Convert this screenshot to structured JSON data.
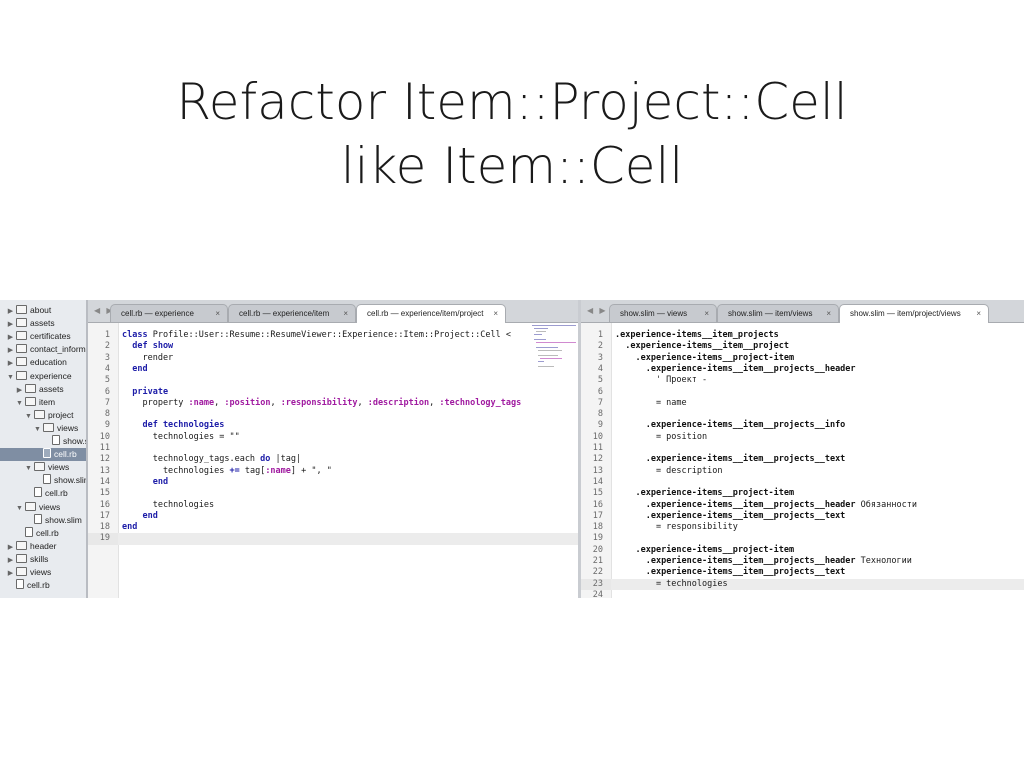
{
  "slide": {
    "title_line1": "Refactor Item::Project::Cell",
    "title_line2": "like Item::Cell"
  },
  "sidebar": {
    "items": [
      {
        "label": "about",
        "arrow": "▶",
        "icon": "folder",
        "level": 0
      },
      {
        "label": "assets",
        "arrow": "▶",
        "icon": "folder",
        "level": 0
      },
      {
        "label": "certificates",
        "arrow": "▶",
        "icon": "folder",
        "level": 0
      },
      {
        "label": "contact_informa",
        "arrow": "▶",
        "icon": "folder",
        "level": 0
      },
      {
        "label": "education",
        "arrow": "▶",
        "icon": "folder",
        "level": 0
      },
      {
        "label": "experience",
        "arrow": "▼",
        "icon": "folder",
        "level": 0
      },
      {
        "label": "assets",
        "arrow": "▶",
        "icon": "folder",
        "level": 1
      },
      {
        "label": "item",
        "arrow": "▼",
        "icon": "folder",
        "level": 1
      },
      {
        "label": "project",
        "arrow": "▼",
        "icon": "folder",
        "level": 2
      },
      {
        "label": "views",
        "arrow": "▼",
        "icon": "folder",
        "level": 3
      },
      {
        "label": "show.s",
        "arrow": "",
        "icon": "file",
        "level": 4
      },
      {
        "label": "cell.rb",
        "arrow": "",
        "icon": "file",
        "level": 3,
        "selected": true
      },
      {
        "label": "views",
        "arrow": "▼",
        "icon": "folder",
        "level": 2
      },
      {
        "label": "show.slim",
        "arrow": "",
        "icon": "file",
        "level": 3
      },
      {
        "label": "cell.rb",
        "arrow": "",
        "icon": "file",
        "level": 2
      },
      {
        "label": "views",
        "arrow": "▼",
        "icon": "folder",
        "level": 1
      },
      {
        "label": "show.slim",
        "arrow": "",
        "icon": "file",
        "level": 2
      },
      {
        "label": "cell.rb",
        "arrow": "",
        "icon": "file",
        "level": 1
      },
      {
        "label": "header",
        "arrow": "▶",
        "icon": "folder",
        "level": 0
      },
      {
        "label": "skills",
        "arrow": "▶",
        "icon": "folder",
        "level": 0
      },
      {
        "label": "views",
        "arrow": "▶",
        "icon": "folder",
        "level": 0
      },
      {
        "label": "cell.rb",
        "arrow": "",
        "icon": "file",
        "level": 0
      }
    ]
  },
  "left_pane": {
    "nav": "◀ ▶",
    "tabs": [
      {
        "label": "cell.rb — experience",
        "close": "×",
        "active": false
      },
      {
        "label": "cell.rb — experience/item",
        "close": "×",
        "active": false
      },
      {
        "label": "cell.rb — experience/item/project",
        "close": "×",
        "active": true
      }
    ],
    "line_numbers": [
      "1",
      "2",
      "3",
      "4",
      "5",
      "6",
      "7",
      "8",
      "9",
      "10",
      "11",
      "12",
      "13",
      "14",
      "15",
      "16",
      "17",
      "18",
      "19"
    ],
    "highlight_line": 19,
    "code": [
      [
        {
          "t": "class ",
          "c": "kw"
        },
        {
          "t": "Profile::User::Resume::ResumeViewer::Experience::Item::Project::Cell < "
        }
      ],
      [
        {
          "t": "  def show",
          "c": "kw"
        }
      ],
      [
        {
          "t": "    render"
        }
      ],
      [
        {
          "t": "  end",
          "c": "kw"
        }
      ],
      [
        {
          "t": ""
        }
      ],
      [
        {
          "t": "  private",
          "c": "kw"
        }
      ],
      [
        {
          "t": "    property "
        },
        {
          "t": ":name",
          "c": "sym"
        },
        {
          "t": ", "
        },
        {
          "t": ":position",
          "c": "sym"
        },
        {
          "t": ", "
        },
        {
          "t": ":responsibility",
          "c": "sym"
        },
        {
          "t": ", "
        },
        {
          "t": ":description",
          "c": "sym"
        },
        {
          "t": ", "
        },
        {
          "t": ":technology_tags",
          "c": "sym"
        }
      ],
      [
        {
          "t": ""
        }
      ],
      [
        {
          "t": "    def technologies",
          "c": "kw"
        }
      ],
      [
        {
          "t": "      technologies = \"\""
        }
      ],
      [
        {
          "t": ""
        }
      ],
      [
        {
          "t": "      technology_tags.each "
        },
        {
          "t": "do",
          "c": "kw"
        },
        {
          "t": " |tag|"
        }
      ],
      [
        {
          "t": "        technologies "
        },
        {
          "t": "+=",
          "c": "kw"
        },
        {
          "t": " tag["
        },
        {
          "t": ":name",
          "c": "sym"
        },
        {
          "t": "] + \", \""
        }
      ],
      [
        {
          "t": "      end",
          "c": "kw"
        }
      ],
      [
        {
          "t": ""
        }
      ],
      [
        {
          "t": "      technologies"
        }
      ],
      [
        {
          "t": "    end",
          "c": "kw"
        }
      ],
      [
        {
          "t": "end",
          "c": "kw"
        }
      ],
      [
        {
          "t": ""
        }
      ]
    ]
  },
  "right_pane": {
    "nav": "◀ ▶",
    "tabs": [
      {
        "label": "show.slim — views",
        "close": "×",
        "active": false
      },
      {
        "label": "show.slim — item/views",
        "close": "×",
        "active": false
      },
      {
        "label": "show.slim — item/project/views",
        "close": "×",
        "active": true
      }
    ],
    "line_numbers": [
      "1",
      "2",
      "3",
      "4",
      "5",
      "6",
      "7",
      "8",
      "9",
      "10",
      "11",
      "12",
      "13",
      "14",
      "15",
      "16",
      "17",
      "18",
      "19",
      "20",
      "21",
      "22",
      "23",
      "24"
    ],
    "highlight_line": 23,
    "code": [
      [
        {
          "t": ".experience-items__item_projects",
          "c": "slim"
        }
      ],
      [
        {
          "t": "  "
        },
        {
          "t": ".experience-items__item__project",
          "c": "slim"
        }
      ],
      [
        {
          "t": "    "
        },
        {
          "t": ".experience-items__project-item",
          "c": "slim"
        }
      ],
      [
        {
          "t": "      "
        },
        {
          "t": ".experience-items__item__projects__header",
          "c": "slim"
        }
      ],
      [
        {
          "t": "        ' Проект -"
        }
      ],
      [
        {
          "t": ""
        }
      ],
      [
        {
          "t": "        = name"
        }
      ],
      [
        {
          "t": ""
        }
      ],
      [
        {
          "t": "      "
        },
        {
          "t": ".experience-items__item__projects__info",
          "c": "slim"
        }
      ],
      [
        {
          "t": "        = position"
        }
      ],
      [
        {
          "t": ""
        }
      ],
      [
        {
          "t": "      "
        },
        {
          "t": ".experience-items__item__projects__text",
          "c": "slim"
        }
      ],
      [
        {
          "t": "        = description"
        }
      ],
      [
        {
          "t": ""
        }
      ],
      [
        {
          "t": "    "
        },
        {
          "t": ".experience-items__project-item",
          "c": "slim"
        }
      ],
      [
        {
          "t": "      "
        },
        {
          "t": ".experience-items__item__projects__header",
          "c": "slim"
        },
        {
          "t": " Обязанности"
        }
      ],
      [
        {
          "t": "      "
        },
        {
          "t": ".experience-items__item__projects__text",
          "c": "slim"
        }
      ],
      [
        {
          "t": "        = responsibility"
        }
      ],
      [
        {
          "t": ""
        }
      ],
      [
        {
          "t": "    "
        },
        {
          "t": ".experience-items__project-item",
          "c": "slim"
        }
      ],
      [
        {
          "t": "      "
        },
        {
          "t": ".experience-items__item__projects__header",
          "c": "slim"
        },
        {
          "t": " Технологии"
        }
      ],
      [
        {
          "t": "      "
        },
        {
          "t": ".experience-items__item__projects__text",
          "c": "slim"
        }
      ],
      [
        {
          "t": "        = technologies"
        }
      ],
      [
        {
          "t": ""
        }
      ]
    ]
  },
  "colors": {
    "keyword": "#1d1da8",
    "symbol": "#a01ba0",
    "selection": "#7f8ea3"
  }
}
